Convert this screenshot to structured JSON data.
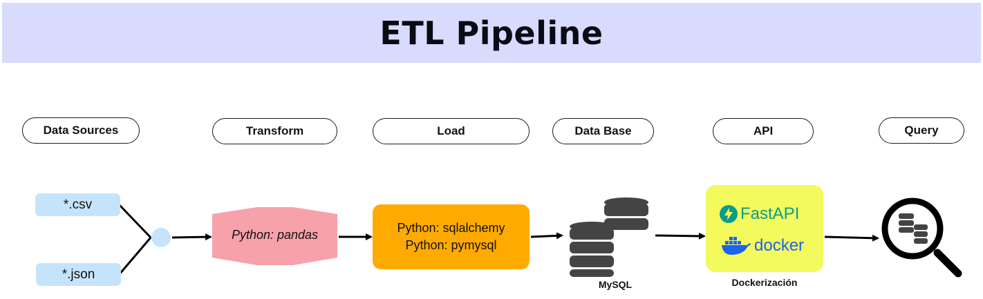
{
  "title": "ETL Pipeline",
  "stages": {
    "data_sources": "Data Sources",
    "transform": "Transform",
    "load": "Load",
    "data_base": "Data Base",
    "api": "API",
    "query": "Query"
  },
  "sources": {
    "csv": "*.csv",
    "json": "*.json"
  },
  "transform": {
    "label": "Python: pandas"
  },
  "load": {
    "line1": "Python: sqlalchemy",
    "line2": "Python: pymysql"
  },
  "database": {
    "caption": "MySQL"
  },
  "api": {
    "fastapi": "FastAPI",
    "docker": "docker",
    "caption": "Dockerización"
  },
  "colors": {
    "title_bg": "#d9dbfd",
    "source_pill": "#c5e4fb",
    "transform_fill": "#f7a1ab",
    "load_fill": "#ffaa00",
    "api_fill": "#f2fa5d",
    "fastapi_green": "#0a9d8c",
    "docker_blue": "#1d63ed"
  },
  "icons": [
    "database-icon",
    "fastapi-logo",
    "docker-whale-icon",
    "magnifier-database-icon"
  ]
}
